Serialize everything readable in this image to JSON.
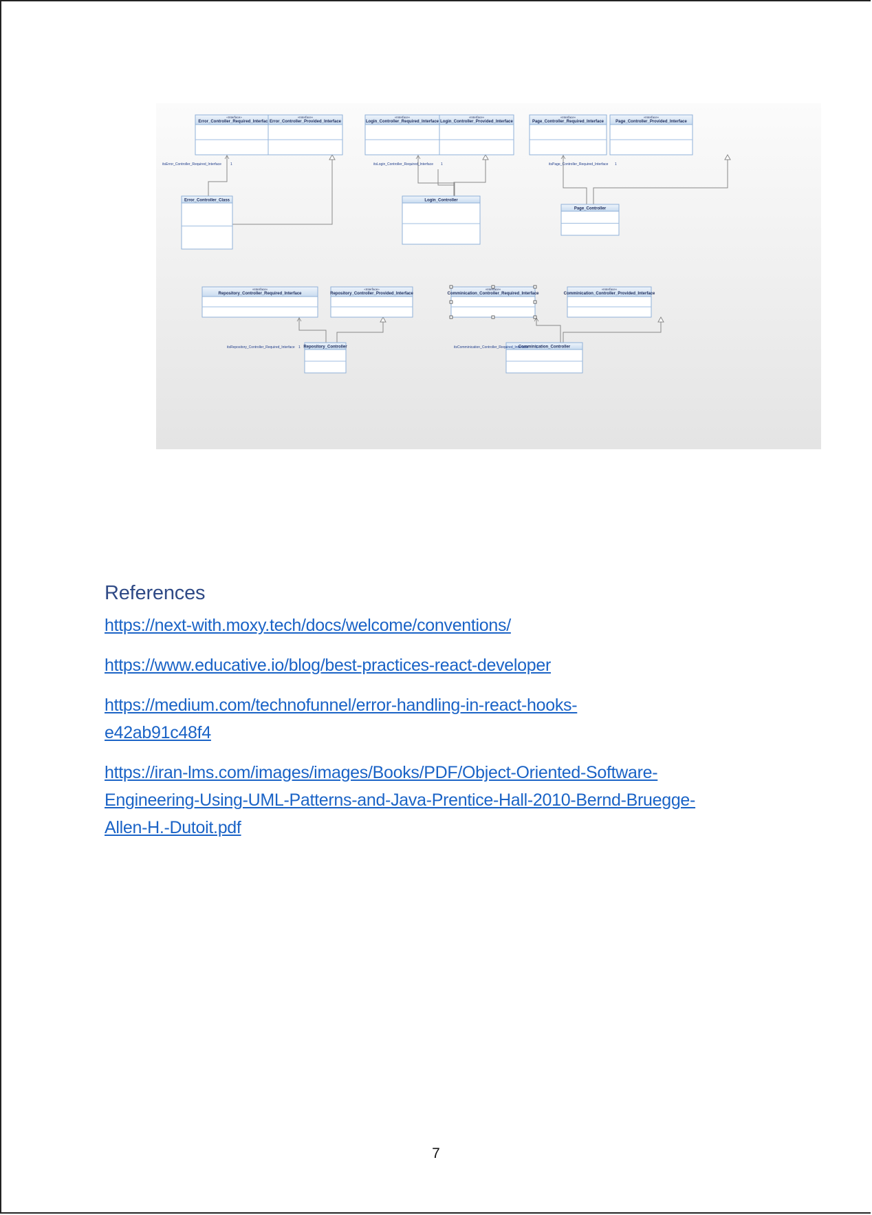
{
  "diagram": {
    "stereotype": "«Interface»",
    "classes": [
      {
        "id": "err_req",
        "name": "Error_Controller_Required_Interface",
        "interface": true
      },
      {
        "id": "err_prov",
        "name": "Error_Controller_Provided_Interface",
        "interface": true
      },
      {
        "id": "login_req",
        "name": "Login_Controller_Required_Interface",
        "interface": true
      },
      {
        "id": "login_prov",
        "name": "Login_Controller_Provided_Interface",
        "interface": true
      },
      {
        "id": "page_req",
        "name": "Page_Controller_Required_Interface",
        "interface": true
      },
      {
        "id": "page_prov",
        "name": "Page_Controller_Provided_Interface",
        "interface": true
      },
      {
        "id": "err_cls",
        "name": "Error_Controller_Class",
        "interface": false
      },
      {
        "id": "login_cls",
        "name": "Login_Controller",
        "interface": false
      },
      {
        "id": "page_cls",
        "name": "Page_Controller",
        "interface": false
      },
      {
        "id": "repo_req",
        "name": "Repository_Controller_Required_Interface",
        "interface": true
      },
      {
        "id": "repo_prov",
        "name": "Repository_Controller_Provided_Interface",
        "interface": true
      },
      {
        "id": "comm_req",
        "name": "Comminication_Controller_Required_Interface",
        "interface": true
      },
      {
        "id": "comm_prov",
        "name": "Comminication_Controller_Provided_Interface",
        "interface": true
      },
      {
        "id": "repo_cls",
        "name": "Repository_Controller",
        "interface": false
      },
      {
        "id": "comm_cls",
        "name": "Comminication_Controller",
        "interface": false
      }
    ],
    "role_labels": [
      "itsError_Controller_Required_Interface",
      "itsLogin_Controller_Required_Interface",
      "itsPage_Controller_Required_Interface",
      "itsRepository_Controller_Required_Interface",
      "itsComminication_Controller_Required_Interface"
    ],
    "multiplicity": "1"
  },
  "references": {
    "heading": "References",
    "links": [
      "https://next-with.moxy.tech/docs/welcome/conventions/",
      "https://www.educative.io/blog/best-practices-react-developer",
      "https://medium.com/technofunnel/error-handling-in-react-hooks-e42ab91c48f4",
      "https://iran-lms.com/images/images/Books/PDF/Object-Oriented-Software-Engineering-Using-UML-Patterns-and-Java-Prentice-Hall-2010-Bernd-Bruegge-Allen-H.-Dutoit.pdf"
    ]
  },
  "page_number": "7"
}
